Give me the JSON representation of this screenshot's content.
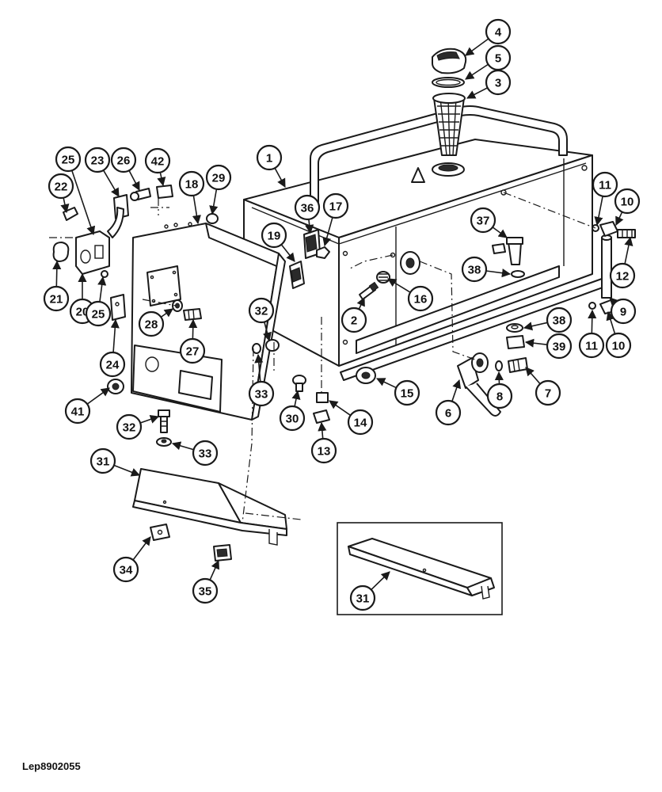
{
  "reference_code": "Lep8902055",
  "callouts": [
    "1",
    "2",
    "3",
    "4",
    "5",
    "6",
    "7",
    "8",
    "9",
    "10",
    "10",
    "11",
    "11",
    "12",
    "13",
    "14",
    "15",
    "16",
    "17",
    "18",
    "19",
    "20",
    "21",
    "22",
    "23",
    "24",
    "25",
    "25",
    "26",
    "27",
    "28",
    "29",
    "30",
    "31",
    "31",
    "32",
    "32",
    "33",
    "33",
    "34",
    "35",
    "36",
    "37",
    "38",
    "38",
    "39",
    "41",
    "42"
  ]
}
